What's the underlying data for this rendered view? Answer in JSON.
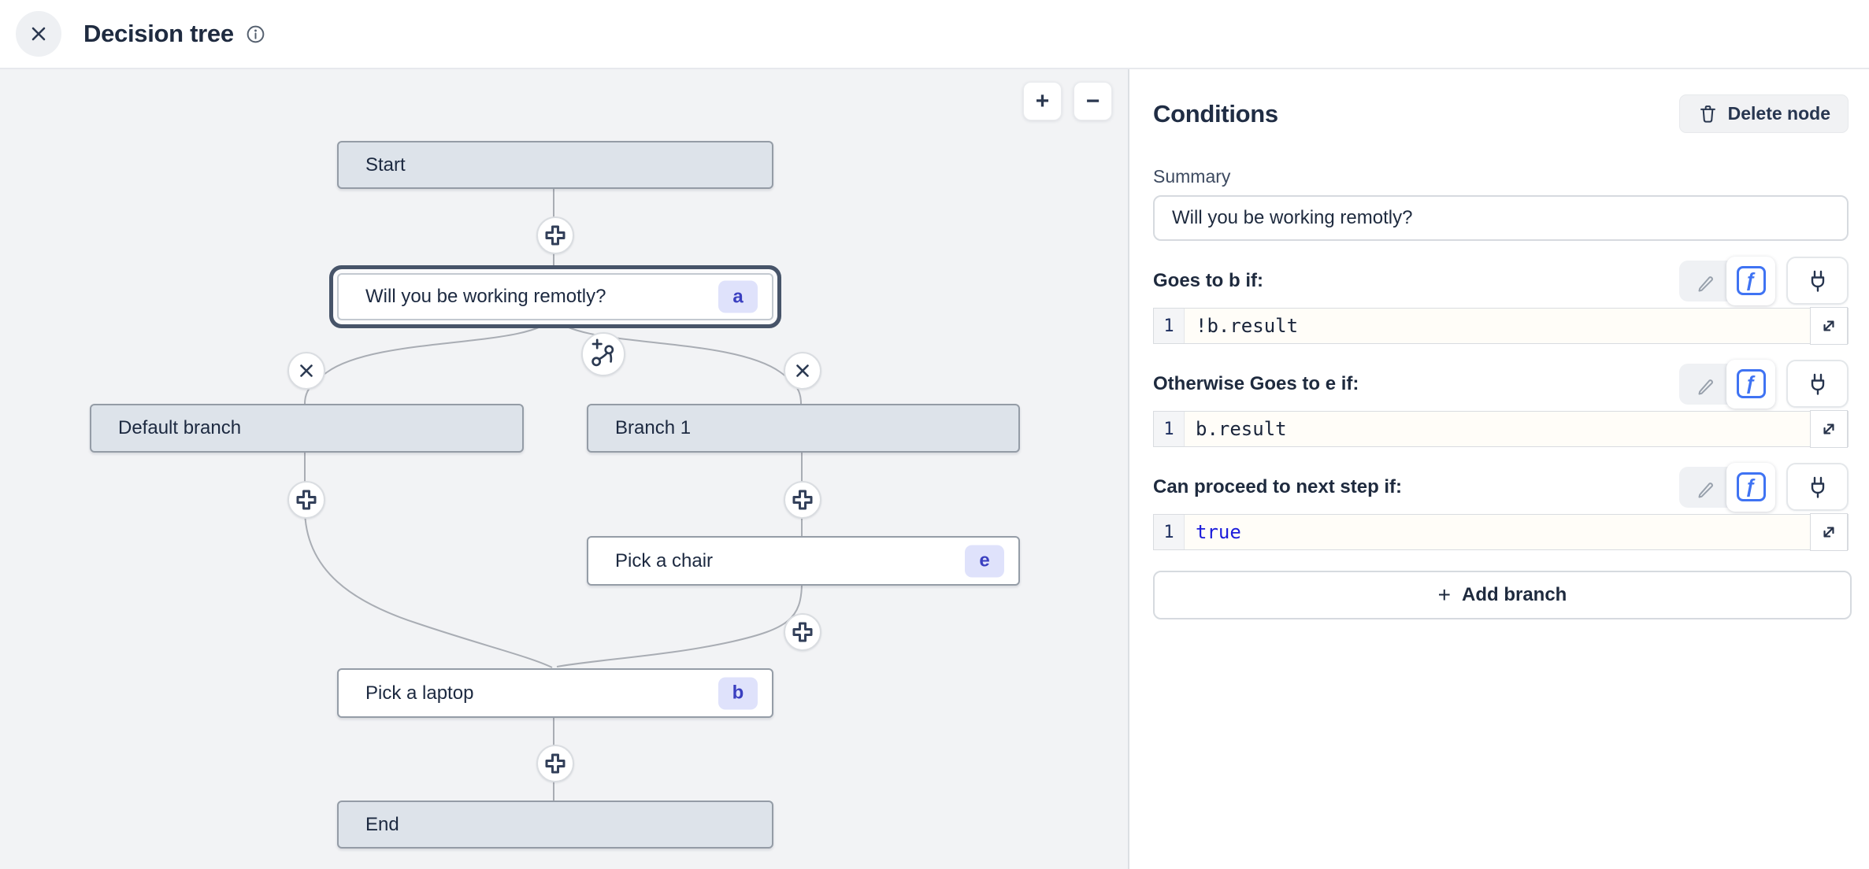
{
  "header": {
    "title": "Decision tree"
  },
  "canvas": {
    "zoom_in_label": "+",
    "zoom_out_label": "−",
    "nodes": {
      "start": {
        "label": "Start"
      },
      "question": {
        "label": "Will you be working remotly?",
        "badge": "a"
      },
      "default_branch": {
        "label": "Default branch"
      },
      "branch1": {
        "label": "Branch 1"
      },
      "pick_chair": {
        "label": "Pick a chair",
        "badge": "e"
      },
      "pick_laptop": {
        "label": "Pick a laptop",
        "badge": "b"
      },
      "end": {
        "label": "End"
      }
    }
  },
  "panel": {
    "title": "Conditions",
    "delete_button_label": "Delete node",
    "summary_label": "Summary",
    "summary_value": "Will you be working remotly?",
    "conditions": [
      {
        "label": "Goes to b if:",
        "line_number": "1",
        "code": "!b.result",
        "keyword": false
      },
      {
        "label": "Otherwise Goes to e if:",
        "line_number": "1",
        "code": "b.result",
        "keyword": false
      },
      {
        "label": "Can proceed to next step if:",
        "line_number": "1",
        "code": "true",
        "keyword": true
      }
    ],
    "add_branch_label": "Add branch"
  },
  "colors": {
    "accent_blue": "#3f73f3",
    "keyword_blue": "#1c1cdb",
    "badge_bg": "#dfe2fb",
    "badge_text": "#3a3fc0",
    "node_gray": "#dde3ea",
    "canvas_bg": "#f2f3f5"
  }
}
